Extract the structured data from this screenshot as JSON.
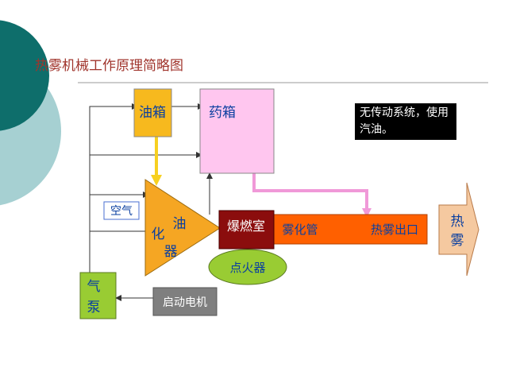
{
  "title": "热雾机械工作原理简略图",
  "note": "无传动系统，使用汽油。",
  "nodes": {
    "fuel_tank": "油箱",
    "medicine_tank": "药箱",
    "air": "空气",
    "carburetor": [
      "化",
      "油",
      "器"
    ],
    "combustion": "爆燃室",
    "atomizer": "雾化管",
    "outlet": "热雾出口",
    "output": [
      "热",
      "雾"
    ],
    "igniter": "点火器",
    "pump": [
      "气",
      "泵"
    ],
    "starter": "启动电机"
  },
  "colors": {
    "fuel_tank": "#f7b91e",
    "medicine_tank": "#ffc6ef",
    "carburetor": "#f5a623",
    "combustion": "#8b0d0d",
    "tube": "#ff6000",
    "igniter": "#99cc33",
    "pump": "#99cc33",
    "starter": "#7f7f7f",
    "output": "#f5c9a0",
    "teal_dark": "#0e6e6b",
    "teal_light": "#a6d0d2",
    "blue_text": "#0a3fa0"
  }
}
